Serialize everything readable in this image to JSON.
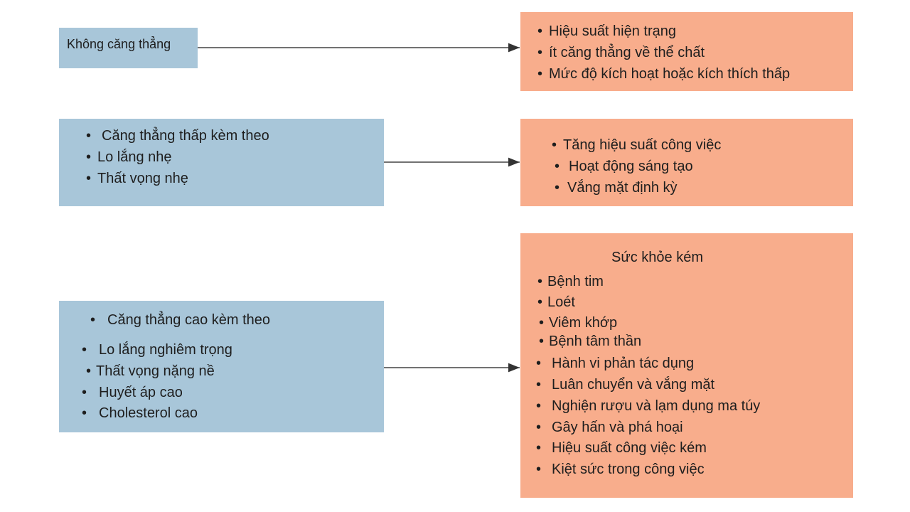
{
  "colors": {
    "stress_box": "#a8c6d9",
    "outcome_box": "#f8ad8c",
    "arrow": "#333333"
  },
  "rows": [
    {
      "stress": {
        "title": "Không căng thẳng",
        "items": []
      },
      "outcome": {
        "title": "",
        "items": [
          "Hiệu suất hiện trạng",
          "ít căng thẳng về thể chất",
          "Mức độ kích hoạt hoặc kích thích thấp"
        ]
      }
    },
    {
      "stress": {
        "title": "",
        "items": [
          "Căng thẳng thấp kèm theo",
          "Lo lắng nhẹ",
          "Thất vọng nhẹ"
        ]
      },
      "outcome": {
        "title": "",
        "items": [
          "Tăng hiệu suất công việc",
          "Hoạt động sáng tạo",
          "Vắng mặt định kỳ"
        ]
      }
    },
    {
      "stress": {
        "title": "",
        "items": [
          "Căng thẳng cao kèm theo",
          "Lo lắng nghiêm trọng",
          "Thất vọng nặng nề",
          "Huyết áp cao",
          "Cholesterol cao"
        ]
      },
      "outcome": {
        "title": "Sức khỏe kém",
        "items": [
          "Bệnh tim",
          "Loét",
          "Viêm khớp",
          "Bệnh tâm thần",
          "Hành vi phản tác dụng",
          "Luân chuyển và vắng mặt",
          "Nghiện rượu và lạm dụng ma túy",
          "Gây hấn và phá hoại",
          "Hiệu suất công việc kém",
          "Kiệt sức trong công việc"
        ]
      }
    }
  ]
}
